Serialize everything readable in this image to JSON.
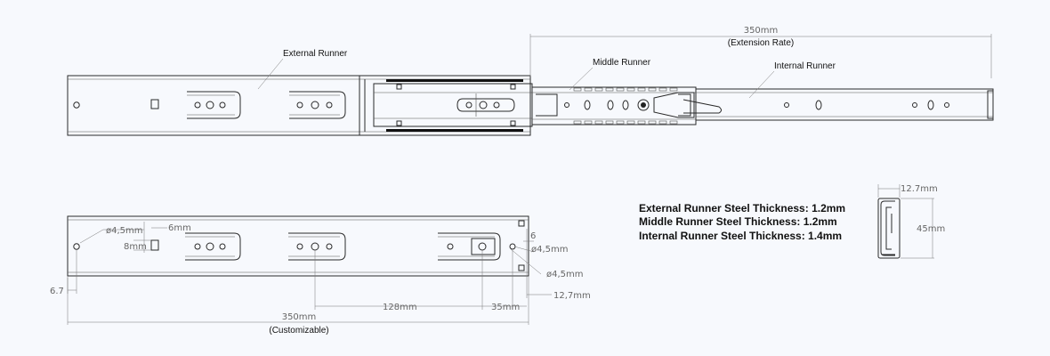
{
  "top_view": {
    "extension_dim": "350mm",
    "extension_note": "(Extension Rate)",
    "external_runner": "External Runner",
    "middle_runner": "Middle Runner",
    "internal_runner": "Internal Runner"
  },
  "bottom_view": {
    "hole_dia_left": "ø4,5mm",
    "dim_6mm": "6mm",
    "dim_8mm": "8mm",
    "dim_6": "6",
    "hole_dia_right_a": "ø4,5mm",
    "hole_dia_right_b": "ø4,5mm",
    "dim_6_7": "6.7",
    "dim_128": "128mm",
    "dim_35": "35mm",
    "dim_12_7": "12,7mm",
    "length": "350mm",
    "length_note": "(Customizable)"
  },
  "thickness_notes": [
    "External Runner Steel Thickness: 1.2mm",
    "Middle Runner Steel Thickness: 1.2mm",
    "Internal Runner Steel Thickness: 1.4mm"
  ],
  "profile": {
    "width": "12.7mm",
    "height": "45mm"
  }
}
